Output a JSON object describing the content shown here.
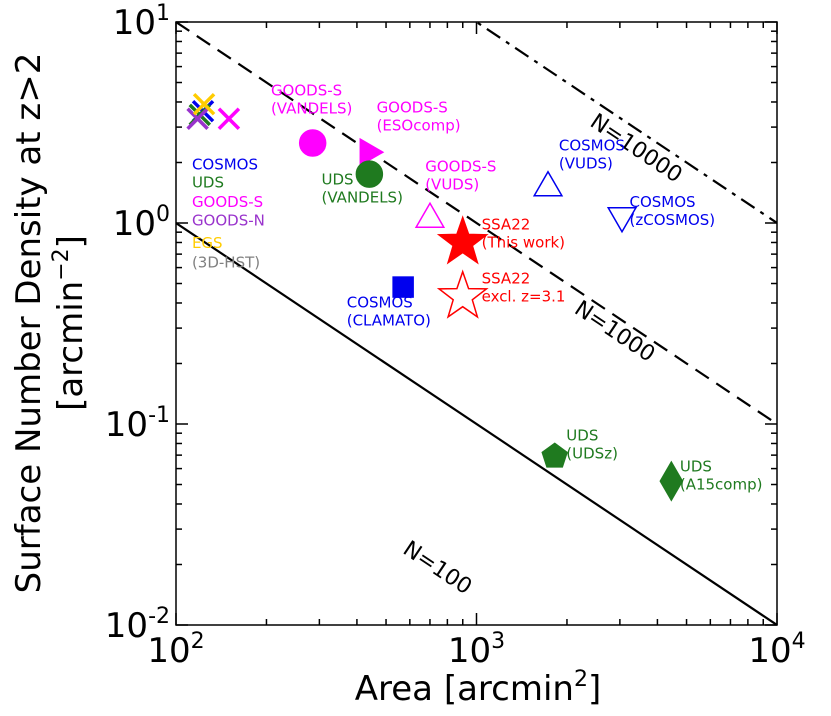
{
  "chart_data": {
    "type": "scatter",
    "xlabel": "Area [arcmin",
    "xlabel_sup": "2",
    "xlabel_end": "]",
    "ylabel_line1": "Surface Number Density at z>2",
    "ylabel_line2": "[arcmin",
    "ylabel_line2_sup": "−2",
    "ylabel_line2_end": "]",
    "xscale": "log",
    "yscale": "log",
    "xlim": [
      100,
      10000
    ],
    "ylim": [
      0.01,
      10
    ],
    "grid": false,
    "x_ticks": [
      {
        "value": 100,
        "base": "10",
        "exp": "2"
      },
      {
        "value": 1000,
        "base": "10",
        "exp": "3"
      },
      {
        "value": 10000,
        "base": "10",
        "exp": "4"
      }
    ],
    "y_ticks": [
      {
        "value": 0.01,
        "base": "10",
        "exp": "-2"
      },
      {
        "value": 0.1,
        "base": "10",
        "exp": "-1"
      },
      {
        "value": 1,
        "text": "10",
        "suffix": "0"
      },
      {
        "value": 10,
        "base": "10",
        "exp": "1"
      }
    ],
    "reference_lines": [
      {
        "N": 100,
        "label": "N=100",
        "style": "solid",
        "label_x": 720,
        "label_y": 0.018
      },
      {
        "N": 1000,
        "label": "N=1000",
        "style": "dashed",
        "label_x": 2800,
        "label_y": 0.27
      },
      {
        "N": 10000,
        "label": "N=10000",
        "style": "dashdot",
        "label_x": 3300,
        "label_y": 2.2
      }
    ],
    "points": [
      {
        "id": "cosmos-3dhst",
        "x": 123,
        "y": 3.6,
        "marker": "x",
        "color": "#0000ee"
      },
      {
        "id": "uds-3dhst",
        "x": 120,
        "y": 3.45,
        "marker": "x",
        "color": "#1f7a1f"
      },
      {
        "id": "goodss-3dhst",
        "x": 150,
        "y": 3.3,
        "marker": "x",
        "color": "#ff00ff"
      },
      {
        "id": "goodsn-3dhst",
        "x": 118,
        "y": 3.3,
        "marker": "x",
        "color": "#9933cc"
      },
      {
        "id": "egs-3dhst",
        "x": 124,
        "y": 3.9,
        "marker": "x",
        "color": "#ffcc00"
      },
      {
        "id": "goodss-vandels",
        "x": 285,
        "y": 2.5,
        "marker": "circle",
        "color": "#ff00ff",
        "filled": true
      },
      {
        "id": "goodss-esocomp",
        "x": 445,
        "y": 2.25,
        "marker": "triangle-right",
        "color": "#ff00ff",
        "filled": true
      },
      {
        "id": "uds-vandels",
        "x": 440,
        "y": 1.75,
        "marker": "circle",
        "color": "#1f7a1f",
        "filled": true
      },
      {
        "id": "goodss-vuds",
        "x": 700,
        "y": 1.08,
        "marker": "triangle-up",
        "color": "#ff00ff",
        "filled": false
      },
      {
        "id": "ssa22-thiswork",
        "x": 900,
        "y": 0.8,
        "marker": "star",
        "color": "#ff0000",
        "filled": true
      },
      {
        "id": "ssa22-excl",
        "x": 900,
        "y": 0.43,
        "marker": "star",
        "color": "#ff0000",
        "filled": false
      },
      {
        "id": "cosmos-clamato",
        "x": 570,
        "y": 0.48,
        "marker": "square",
        "color": "#0000ee",
        "filled": true
      },
      {
        "id": "cosmos-vuds",
        "x": 1730,
        "y": 1.55,
        "marker": "triangle-up",
        "color": "#0000ee",
        "filled": false
      },
      {
        "id": "cosmos-zcosmos",
        "x": 3050,
        "y": 1.05,
        "marker": "triangle-down",
        "color": "#0000ee",
        "filled": false
      },
      {
        "id": "uds-udsz",
        "x": 1820,
        "y": 0.069,
        "marker": "pentagon",
        "color": "#1f7a1f",
        "filled": true
      },
      {
        "id": "uds-a15comp",
        "x": 4450,
        "y": 0.052,
        "marker": "diamond",
        "color": "#1f7a1f",
        "filled": true
      }
    ],
    "annotations": [
      {
        "lines": [
          "COSMOS"
        ],
        "color": "#0000ee",
        "x": 113,
        "y": 1.85
      },
      {
        "lines": [
          "UDS"
        ],
        "color": "#1f7a1f",
        "x": 113,
        "y": 1.5
      },
      {
        "lines": [
          "GOODS-S"
        ],
        "color": "#ff00ff",
        "x": 113,
        "y": 1.2
      },
      {
        "lines": [
          "GOODS-N"
        ],
        "color": "#9933cc",
        "x": 113,
        "y": 0.97
      },
      {
        "lines": [
          "EGS"
        ],
        "color": "#ffcc00",
        "x": 113,
        "y": 0.75
      },
      {
        "lines": [
          "(3D-HST)"
        ],
        "color": "#808080",
        "x": 113,
        "y": 0.6
      },
      {
        "lines": [
          "GOODS-S",
          "(VANDELS)"
        ],
        "color": "#ff00ff",
        "x": 207,
        "y": 4.3
      },
      {
        "lines": [
          "GOODS-S",
          "(ESOcomp)"
        ],
        "color": "#ff00ff",
        "x": 465,
        "y": 3.55
      },
      {
        "lines": [
          "UDS",
          "(VANDELS)"
        ],
        "color": "#1f7a1f",
        "x": 305,
        "y": 1.55
      },
      {
        "lines": [
          "GOODS-S",
          "(VUDS)"
        ],
        "color": "#ff00ff",
        "x": 675,
        "y": 1.8
      },
      {
        "lines": [
          "SSA22",
          "(This work)"
        ],
        "color": "#ff0000",
        "x": 1040,
        "y": 0.93
      },
      {
        "lines": [
          "SSA22",
          "excl. z=3.1"
        ],
        "color": "#ff0000",
        "x": 1040,
        "y": 0.5
      },
      {
        "lines": [
          "COSMOS",
          "(CLAMATO)"
        ],
        "color": "#0000ee",
        "x": 370,
        "y": 0.38
      },
      {
        "lines": [
          "COSMOS",
          "(VUDS)"
        ],
        "color": "#0000ee",
        "x": 1880,
        "y": 2.3
      },
      {
        "lines": [
          "COSMOS",
          "(zCOSMOS)"
        ],
        "color": "#0000ee",
        "x": 3230,
        "y": 1.2
      },
      {
        "lines": [
          "UDS",
          "(UDSz)"
        ],
        "color": "#1f7a1f",
        "x": 1990,
        "y": 0.083
      },
      {
        "lines": [
          "UDS",
          "(A15comp)"
        ],
        "color": "#1f7a1f",
        "x": 4750,
        "y": 0.058
      }
    ]
  }
}
